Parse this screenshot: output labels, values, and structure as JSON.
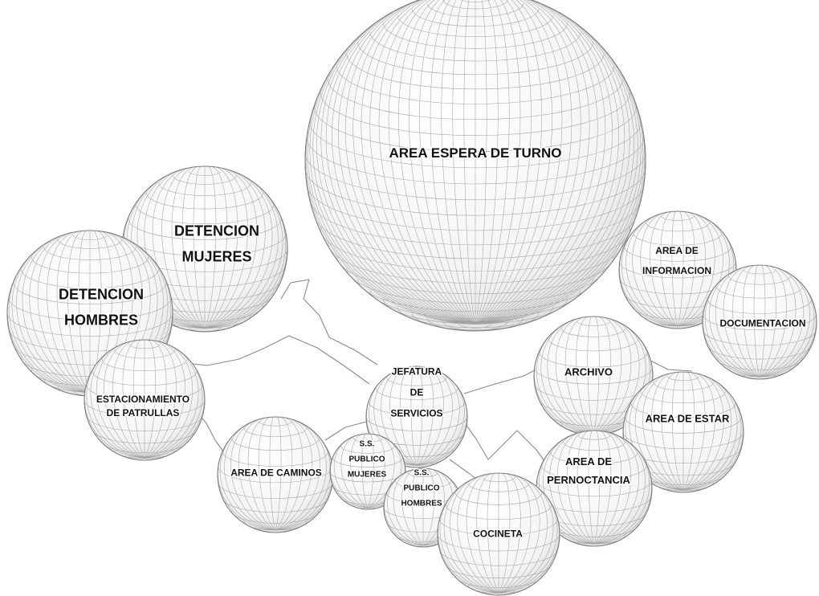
{
  "diagram": {
    "title": "",
    "colors": {
      "background": "#ffffff",
      "sphere_fill": "#f7f7f7",
      "mesh_line": "#9a9a9a",
      "outline": "#7d7d7d",
      "connector": "#8a8a8a",
      "label": "#111111"
    },
    "nodes": [
      {
        "id": "area-espera-de-turno",
        "lines": [
          "AREA ESPERA DE TURNO"
        ]
      },
      {
        "id": "detencion-mujeres",
        "lines": [
          "DETENCION",
          "MUJERES"
        ]
      },
      {
        "id": "detencion-hombres",
        "lines": [
          "DETENCION",
          "HOMBRES"
        ]
      },
      {
        "id": "estacionamiento-de-patrullas",
        "lines": [
          "ESTACIONAMIENTO",
          "DE PATRULLAS"
        ]
      },
      {
        "id": "area-de-informacion",
        "lines": [
          "AREA DE",
          "INFORMACION"
        ]
      },
      {
        "id": "documentacion",
        "lines": [
          "DOCUMENTACION"
        ]
      },
      {
        "id": "archivo",
        "lines": [
          "ARCHIVO"
        ]
      },
      {
        "id": "area-de-estar",
        "lines": [
          "AREA DE ESTAR"
        ]
      },
      {
        "id": "jefatura-de-servicios",
        "lines": [
          "JEFATURA",
          "DE",
          "SERVICIOS"
        ]
      },
      {
        "id": "area-de-pernoctancia",
        "lines": [
          "AREA DE",
          "PERNOCTANCIA"
        ]
      },
      {
        "id": "area-de-caminos",
        "lines": [
          "AREA DE CAMINOS"
        ]
      },
      {
        "id": "ss-publico-mujeres",
        "lines": [
          "S.S.",
          "PUBLICO",
          "MUJERES"
        ]
      },
      {
        "id": "ss-publico-hombres",
        "lines": [
          "S.S.",
          "PUBLICO",
          "HOMBRES"
        ]
      },
      {
        "id": "cocineta",
        "lines": [
          "COCINETA"
        ]
      }
    ],
    "connections": [
      [
        "detencion-mujeres",
        "jefatura-de-servicios"
      ],
      [
        "detencion-hombres",
        "jefatura-de-servicios"
      ],
      [
        "estacionamiento-de-patrullas",
        "area-de-caminos"
      ],
      [
        "area-de-caminos",
        "jefatura-de-servicios"
      ],
      [
        "jefatura-de-servicios",
        "archivo"
      ],
      [
        "archivo",
        "area-de-estar"
      ],
      [
        "jefatura-de-servicios",
        "area-de-pernoctancia"
      ],
      [
        "jefatura-de-servicios",
        "cocineta"
      ]
    ]
  }
}
